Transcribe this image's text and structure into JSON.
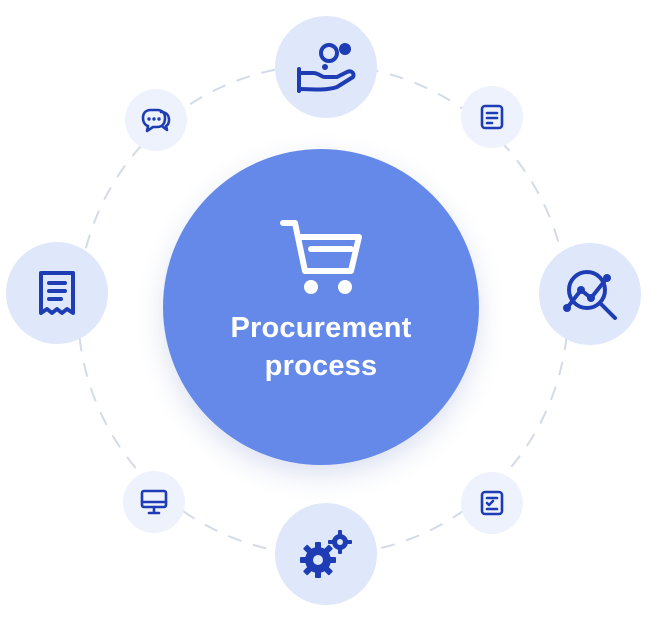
{
  "center": {
    "title_line1": "Procurement",
    "title_line2": "process",
    "icon": "shopping-cart-icon"
  },
  "nodes": [
    {
      "id": "top",
      "icon": "hand-holding-coins-icon"
    },
    {
      "id": "right",
      "icon": "analytics-search-icon"
    },
    {
      "id": "bottom",
      "icon": "gears-icon"
    },
    {
      "id": "left",
      "icon": "receipt-icon"
    },
    {
      "id": "top-left",
      "icon": "chat-bubble-icon"
    },
    {
      "id": "top-right",
      "icon": "document-icon"
    },
    {
      "id": "bottom-left",
      "icon": "monitor-icon"
    },
    {
      "id": "bottom-right",
      "icon": "checklist-document-icon"
    }
  ],
  "colors": {
    "center_fill": "#6589e8",
    "node_fill": "#dfe7fb",
    "icon_stroke": "#1e3db5",
    "ring_dash": "#d3dbe8"
  }
}
